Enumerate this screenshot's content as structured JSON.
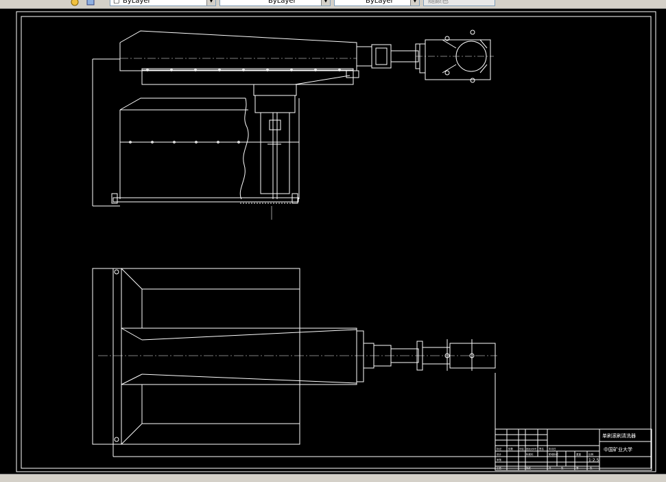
{
  "toolbar": {
    "linetype_combo": "ByLayer",
    "lineweight_combo": "ByLayer",
    "plotstyle_combo": "ByLayer",
    "color_combo": "随颜色"
  },
  "title_block": {
    "drawing_name": "单刷滚刷清洗器",
    "school": "中国矿业大学",
    "scale": "1:2.5",
    "labels": [
      "标记",
      "处数",
      "分区",
      "更改文件号",
      "签名",
      "年月日",
      "设计",
      "标准化",
      "阶段标记",
      "重量",
      "比例",
      "审核",
      "工艺",
      "批准",
      "共",
      "张",
      "第",
      "张"
    ]
  },
  "colors": {
    "canvas": "#000000",
    "linework": "#ffffff",
    "toolbar_bg": "#d4d0c8"
  }
}
